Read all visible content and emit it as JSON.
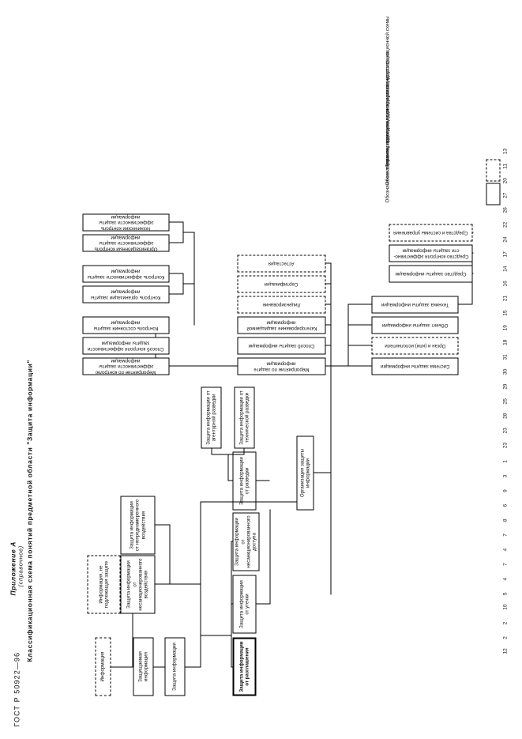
{
  "page": {
    "standard": "ГОСТ Р  50922—96",
    "appendix_title": "Приложение А",
    "appendix_sub": "(справочное)",
    "scheme_title": "Классификационная схема понятий предметной области  \"Защита информации\""
  },
  "nodes": {
    "information": "Информация",
    "protected_information": "Защищаемая информация",
    "information_not_protected": "Информация, не подлежащая защите",
    "information_protection": "Защита информации",
    "prot_unauthorized_impact": "Защита информации от несанкционированного воздействия",
    "prot_unintentional_impact": "Защита информации от непреднамеренного воздействия",
    "prot_disclosure": "Защита информации от разглашения",
    "prot_leak": "Защита информации от утечки",
    "prot_unauthorized_access": "Защита информации от несанкционированного доступа",
    "prot_intelligence": "Защита информации от разведки",
    "prot_technical_intelligence": "Защита информации от технической разведки",
    "prot_agent_intelligence": "Защита информации от агентурной разведки",
    "org_protection": "Организация защиты информации",
    "measure_protection": "Мероприятие по защите информации",
    "method_protection": "Способ защиты информации",
    "categorization": "Категорирование защищаемой информации",
    "licensing": "Лицензирование",
    "certification": "Сертификация",
    "attestation": "Аттестация",
    "measure_control_eff": "Мероприятие по контролю эффективности защиты информации",
    "method_control_eff": "Способ контроля эффективности защиты информации",
    "control_state": "Контроль состояния защиты информации",
    "control_org": "Контроль организации защиты информации",
    "control_eff": "Контроль эффективности защиты информации",
    "org_control_eff": "Организационный контроль эффективности защиты информации",
    "tech_control_eff": "Технический контроль эффективности защиты информации",
    "protection_system": "Система защиты информации",
    "body_performers": "Орган и (или) исполнители",
    "protection_object": "Объект защиты информации",
    "protection_technique": "Техника защиты информации",
    "protection_means": "Средство защиты информации",
    "means_control_eff": "Средство контроля эффективно-сти защиты информации",
    "means_and_systems_ctrl": "Средства и системы управления"
  },
  "legend": {
    "line1": "Обозначение терминов, подлежащих стандартизации",
    "line2": "Обозначение терминов, не подлежащих стандартизации",
    "line3": "Термины приведены для понимания классификационной схемы"
  },
  "margin_numbers": [
    "12",
    "2",
    "2",
    "10",
    "5",
    "4",
    "7",
    "4",
    "7",
    "8",
    "6",
    "9",
    "3",
    "1",
    "23",
    "23",
    "28",
    "25",
    "29",
    "30",
    "31",
    "18",
    "19",
    "15",
    "21",
    "16",
    "14",
    "17",
    "24",
    "22",
    "26",
    "27",
    "20",
    "11",
    "13"
  ]
}
